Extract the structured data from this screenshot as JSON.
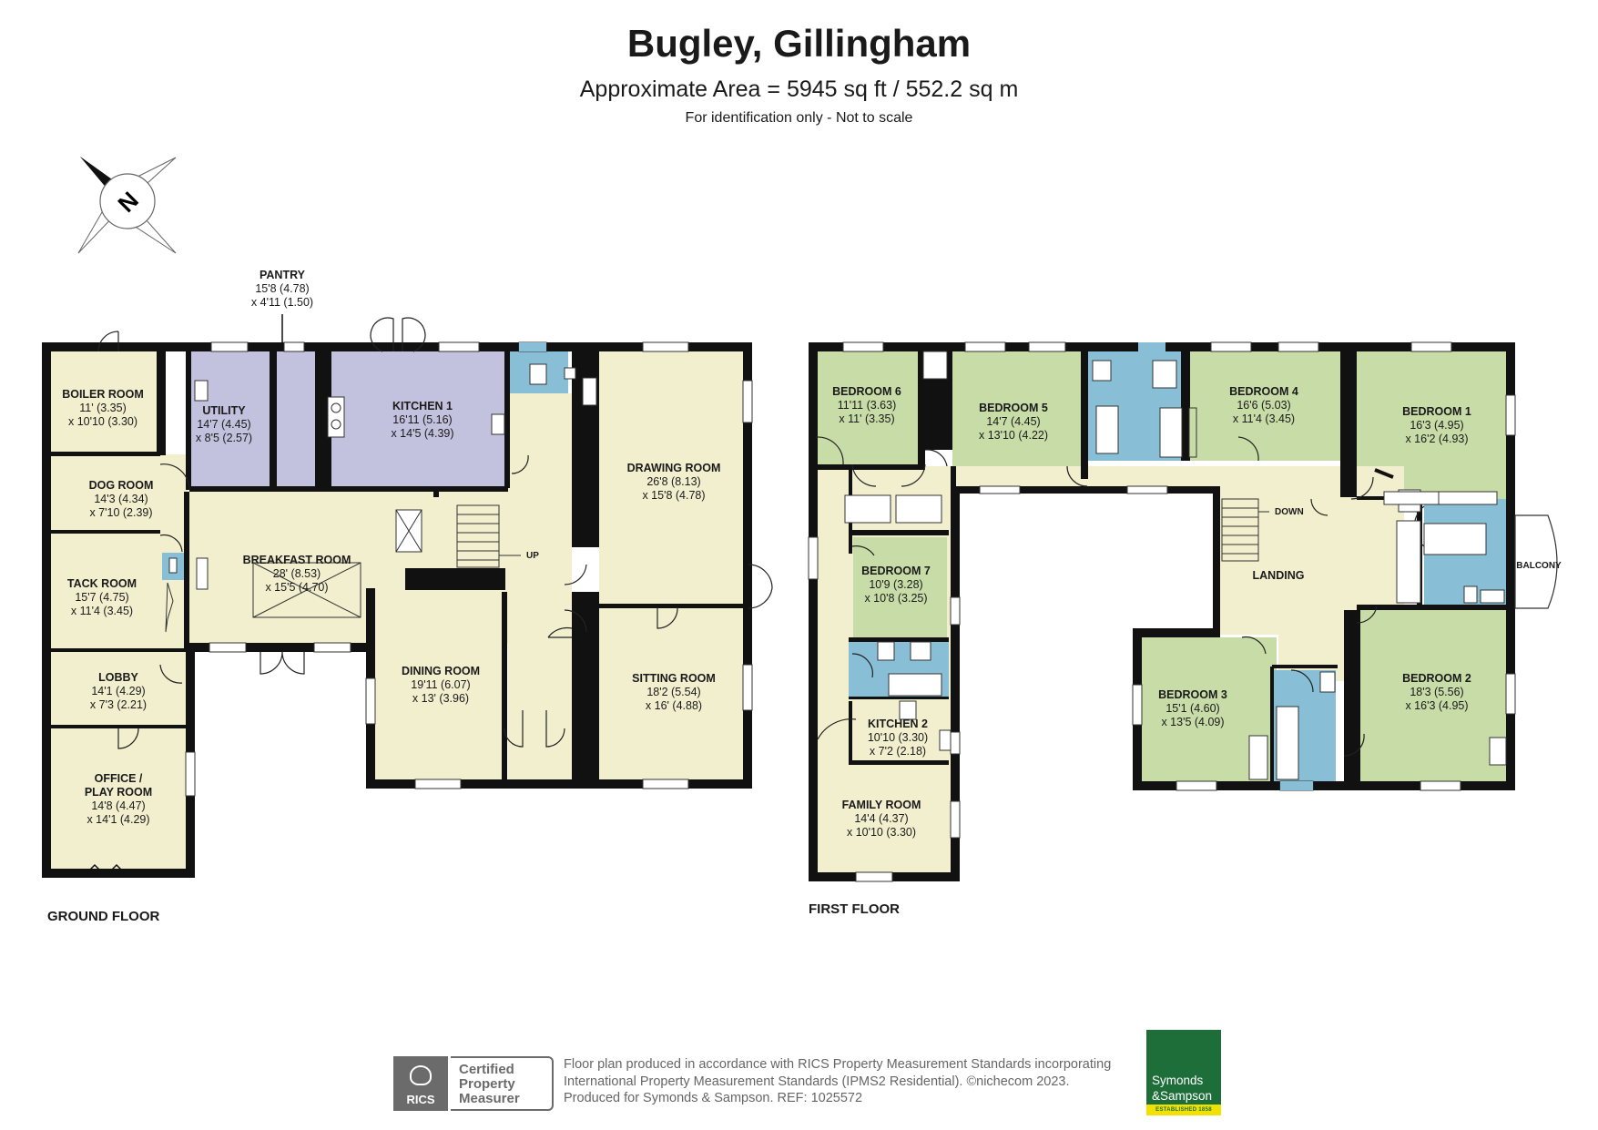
{
  "header": {
    "title": "Bugley, Gillingham",
    "area": "Approximate Area = 5945 sq ft / 552.2 sq m",
    "note": "For identification only - Not to scale"
  },
  "compass": {
    "letter": "N"
  },
  "colors": {
    "wall": "#111111",
    "living": "#f2efcf",
    "kitchen": "#c2c2de",
    "bedroom": "#c8dca8",
    "bathroom": "#88bfd6",
    "brand_green": "#1e6e3a",
    "brand_yellow": "#f0e100"
  },
  "ground_floor": {
    "label": "GROUND FLOOR",
    "rooms": {
      "pantry": {
        "name": "PANTRY",
        "dim1": "15'8 (4.78)",
        "dim2": "x 4'11 (1.50)"
      },
      "boiler": {
        "name": "BOILER ROOM",
        "dim1": "11' (3.35)",
        "dim2": "x 10'10 (3.30)"
      },
      "utility": {
        "name": "UTILITY",
        "dim1": "14'7 (4.45)",
        "dim2": "x 8'5 (2.57)"
      },
      "kitchen1": {
        "name": "KITCHEN 1",
        "dim1": "16'11 (5.16)",
        "dim2": "x 14'5 (4.39)"
      },
      "dog": {
        "name": "DOG ROOM",
        "dim1": "14'3 (4.34)",
        "dim2": "x 7'10 (2.39)"
      },
      "breakfast": {
        "name": "BREAKFAST ROOM",
        "dim1": "28' (8.53)",
        "dim2": "x 15'5 (4.70)"
      },
      "drawing": {
        "name": "DRAWING ROOM",
        "dim1": "26'8 (8.13)",
        "dim2": "x 15'8 (4.78)"
      },
      "tack": {
        "name": "TACK ROOM",
        "dim1": "15'7 (4.75)",
        "dim2": "x 11'4 (3.45)"
      },
      "lobby": {
        "name": "LOBBY",
        "dim1": "14'1 (4.29)",
        "dim2": "x 7'3 (2.21)"
      },
      "dining": {
        "name": "DINING ROOM",
        "dim1": "19'11 (6.07)",
        "dim2": "x 13' (3.96)"
      },
      "sitting": {
        "name": "SITTING ROOM",
        "dim1": "18'2 (5.54)",
        "dim2": "x 16' (4.88)"
      },
      "office": {
        "name1": "OFFICE /",
        "name2": "PLAY ROOM",
        "dim1": "14'8 (4.47)",
        "dim2": "x 14'1 (4.29)"
      }
    },
    "stairs_label": "UP"
  },
  "first_floor": {
    "label": "FIRST FLOOR",
    "rooms": {
      "bed6": {
        "name": "BEDROOM 6",
        "dim1": "11'11 (3.63)",
        "dim2": "x 11' (3.35)"
      },
      "bed5": {
        "name": "BEDROOM 5",
        "dim1": "14'7 (4.45)",
        "dim2": "x 13'10 (4.22)"
      },
      "bed4": {
        "name": "BEDROOM 4",
        "dim1": "16'6 (5.03)",
        "dim2": "x 11'4 (3.45)"
      },
      "bed1": {
        "name": "BEDROOM 1",
        "dim1": "16'3 (4.95)",
        "dim2": "x 16'2 (4.93)"
      },
      "bed7": {
        "name": "BEDROOM 7",
        "dim1": "10'9 (3.28)",
        "dim2": "x 10'8 (3.25)"
      },
      "landing": {
        "name": "LANDING"
      },
      "balcony": {
        "name": "BALCONY"
      },
      "kitchen2": {
        "name": "KITCHEN 2",
        "dim1": "10'10 (3.30)",
        "dim2": "x 7'2 (2.18)"
      },
      "bed3": {
        "name": "BEDROOM 3",
        "dim1": "15'1 (4.60)",
        "dim2": "x 13'5 (4.09)"
      },
      "bed2": {
        "name": "BEDROOM 2",
        "dim1": "18'3 (5.56)",
        "dim2": "x 16'3 (4.95)"
      },
      "family": {
        "name": "FAMILY ROOM",
        "dim1": "14'4 (4.37)",
        "dim2": "x 10'10 (3.30)"
      }
    },
    "stairs_label": "DOWN"
  },
  "footer": {
    "line1": "Floor plan produced in accordance with RICS Property Measurement Standards incorporating",
    "line2": "International Property Measurement Standards (IPMS2 Residential).   ©nichecom 2023.",
    "line3": "Produced for Symonds & Sampson.   REF: 1025572",
    "rics_badge": "RICS",
    "rics_cert": [
      "Certified",
      "Property",
      "Measurer"
    ],
    "brand_line1": "Symonds",
    "brand_line2": "&Sampson",
    "brand_est": "ESTABLISHED 1858"
  }
}
